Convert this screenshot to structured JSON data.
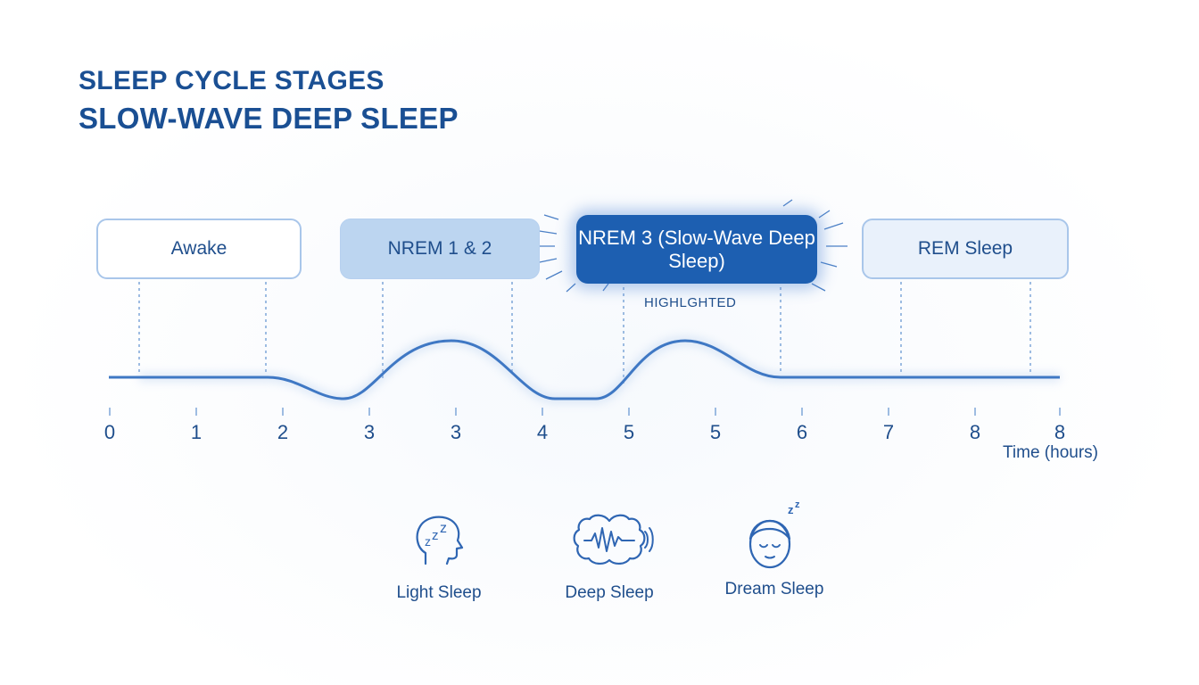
{
  "header": {
    "title": "SLEEP CYCLE STAGES",
    "subtitle": "SLOW-WAVE DEEP SLEEP"
  },
  "stages": {
    "awake": "Awake",
    "nrem12": "NREM 1 & 2",
    "nrem3": "NREM 3 (Slow-Wave Deep Sleep)",
    "rem": "REM Sleep"
  },
  "highlight_note": "HIGHLGHTED",
  "axis": {
    "ticks": [
      "0",
      "1",
      "2",
      "3",
      "3",
      "4",
      "5",
      "5",
      "6",
      "7",
      "8",
      "8"
    ],
    "title": "Time (hours)"
  },
  "legend": {
    "light": "Light Sleep",
    "deep": "Deep Sleep",
    "dream": "Dream Sleep"
  },
  "icons": {
    "light": "head-zzz-icon",
    "deep": "brain-wave-icon",
    "dream": "sleeping-face-icon"
  },
  "colors": {
    "primary": "#1d5fb1",
    "text": "#1f4e8c",
    "line": "#3f78c4",
    "light_fill": "#bcd5f0"
  }
}
